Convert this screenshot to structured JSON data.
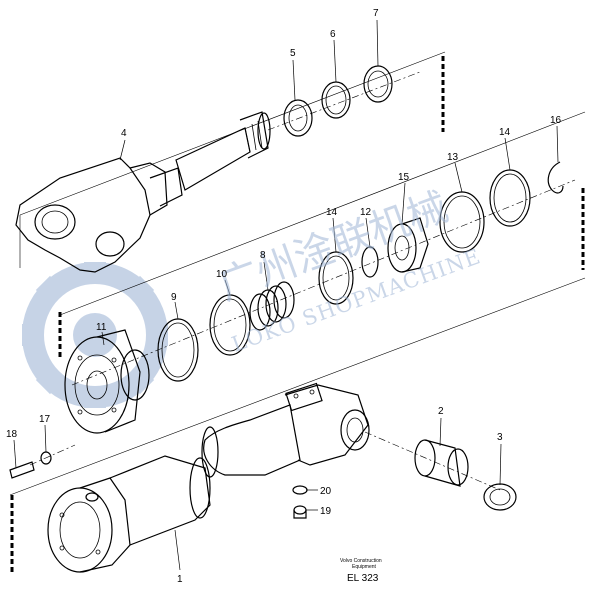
{
  "diagram": {
    "callouts": {
      "c1": "1",
      "c2": "2",
      "c3": "3",
      "c4": "4",
      "c5": "5",
      "c6": "6",
      "c7": "7",
      "c8": "8",
      "c9": "9",
      "c10": "10",
      "c11": "11",
      "c12": "12",
      "c13": "13",
      "c14a": "14",
      "c14b": "14",
      "c15": "15",
      "c16": "16",
      "c17": "17",
      "c18": "18",
      "c19": "19",
      "c20": "20"
    },
    "footer": {
      "line1": "Volvo Construction",
      "line2": "Equipment",
      "code": "EL 323"
    },
    "watermark": {
      "chinese": "广州淦联机械",
      "english": "LOKO SHOPMACHINE"
    },
    "colors": {
      "line": "#000000",
      "watermark": "#9fb6d6",
      "background": "#ffffff"
    }
  }
}
